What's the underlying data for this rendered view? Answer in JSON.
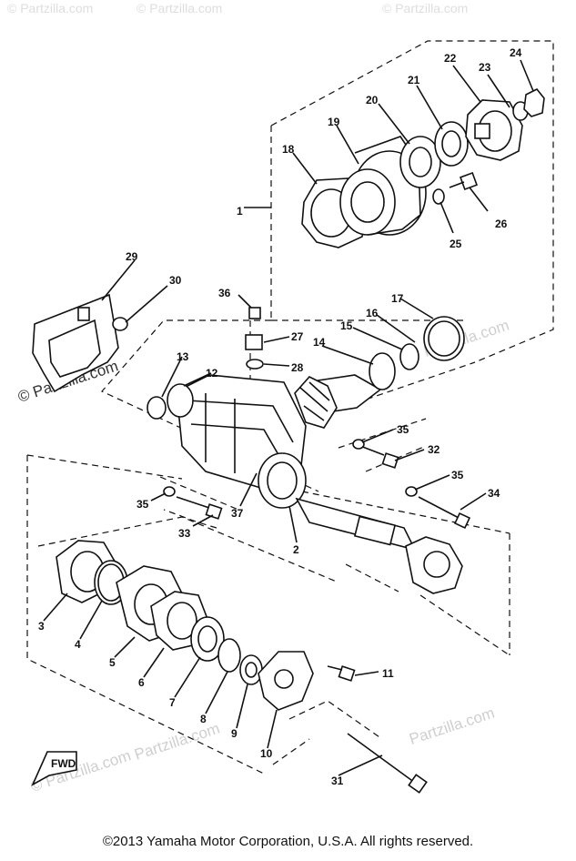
{
  "watermark": {
    "site": "Partzilla.com",
    "mark": "© Partzilla.com"
  },
  "fwd_label": "FWD",
  "parts": [
    {
      "ref": "1"
    },
    {
      "ref": "2"
    },
    {
      "ref": "3"
    },
    {
      "ref": "4"
    },
    {
      "ref": "5"
    },
    {
      "ref": "6"
    },
    {
      "ref": "7"
    },
    {
      "ref": "8"
    },
    {
      "ref": "9"
    },
    {
      "ref": "10"
    },
    {
      "ref": "11"
    },
    {
      "ref": "12"
    },
    {
      "ref": "13"
    },
    {
      "ref": "14"
    },
    {
      "ref": "15"
    },
    {
      "ref": "16"
    },
    {
      "ref": "17"
    },
    {
      "ref": "18"
    },
    {
      "ref": "19"
    },
    {
      "ref": "20"
    },
    {
      "ref": "21"
    },
    {
      "ref": "22"
    },
    {
      "ref": "23"
    },
    {
      "ref": "24"
    },
    {
      "ref": "25"
    },
    {
      "ref": "26"
    },
    {
      "ref": "27"
    },
    {
      "ref": "28"
    },
    {
      "ref": "29"
    },
    {
      "ref": "30"
    },
    {
      "ref": "31"
    },
    {
      "ref": "32"
    },
    {
      "ref": "33"
    },
    {
      "ref": "34"
    },
    {
      "ref": "35"
    },
    {
      "ref": "35"
    },
    {
      "ref": "35"
    },
    {
      "ref": "36"
    },
    {
      "ref": "37"
    }
  ],
  "footer": {
    "copyright": "©2013 Yamaha Motor Corporation, U.S.A. All rights reserved."
  }
}
